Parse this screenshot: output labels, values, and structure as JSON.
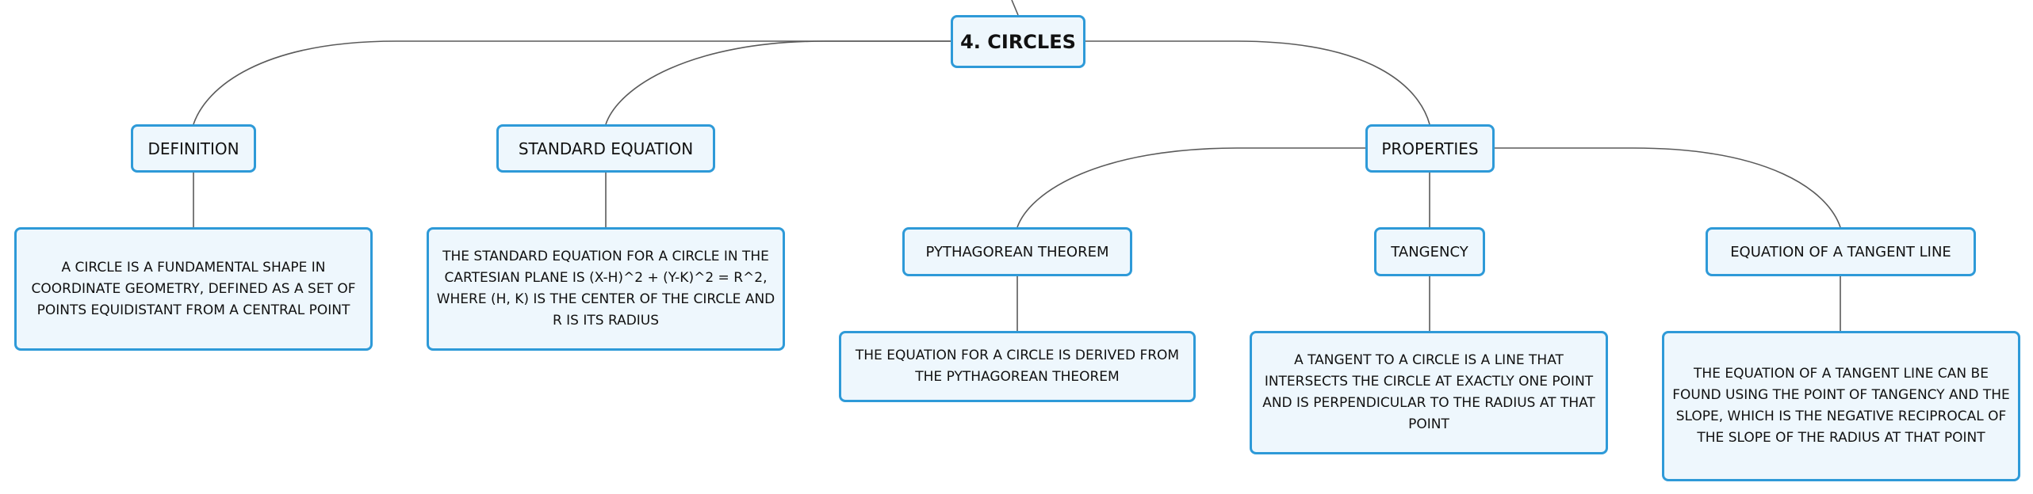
{
  "root": {
    "label": "4. CIRCLES"
  },
  "definition": {
    "label": "DEFINITION",
    "detail": "A CIRCLE IS A FUNDAMENTAL SHAPE IN COORDINATE GEOMETRY, DEFINED AS A SET OF POINTS EQUIDISTANT FROM A CENTRAL POINT"
  },
  "standard_equation": {
    "label": "STANDARD EQUATION",
    "detail": "THE STANDARD EQUATION FOR A CIRCLE IN THE CARTESIAN PLANE IS (X-H)^2 + (Y-K)^2 = R^2, WHERE (H, K) IS THE CENTER OF THE CIRCLE AND R IS ITS RADIUS"
  },
  "properties": {
    "label": "PROPERTIES",
    "pythagorean": {
      "label": "PYTHAGOREAN THEOREM",
      "detail": "THE EQUATION FOR A CIRCLE IS DERIVED FROM THE PYTHAGOREAN THEOREM"
    },
    "tangency": {
      "label": "TANGENCY",
      "detail": "A TANGENT TO A CIRCLE IS A LINE THAT INTERSECTS THE CIRCLE AT EXACTLY ONE POINT AND IS PERPENDICULAR TO THE RADIUS AT THAT POINT"
    },
    "tangent_line": {
      "label": "EQUATION OF A TANGENT LINE",
      "detail": "THE EQUATION OF A TANGENT LINE CAN BE FOUND USING THE POINT OF TANGENCY AND THE SLOPE, WHICH IS THE NEGATIVE RECIPROCAL OF THE SLOPE OF THE RADIUS AT THAT POINT"
    }
  },
  "colors": {
    "node_border": "#2e9ad8",
    "node_fill": "#eef7fd",
    "connector": "#5a5a5a"
  }
}
